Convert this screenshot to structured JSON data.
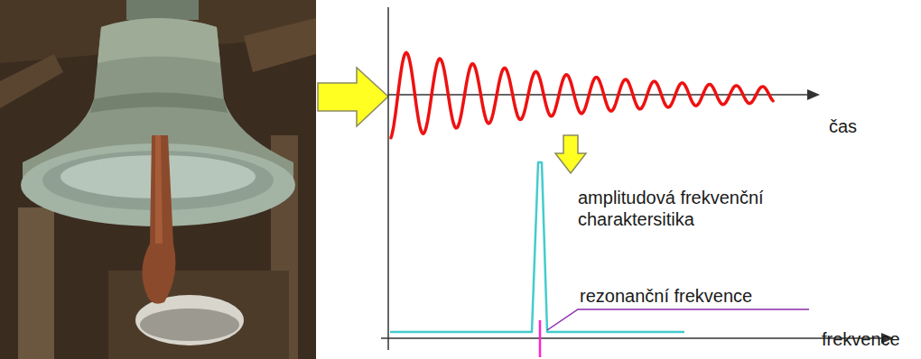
{
  "diagram": {
    "labels": [
      "čas",
      "amplitudová frekvenční charaktersitika",
      "rezonanční frekvence",
      "frekvence"
    ]
  }
}
